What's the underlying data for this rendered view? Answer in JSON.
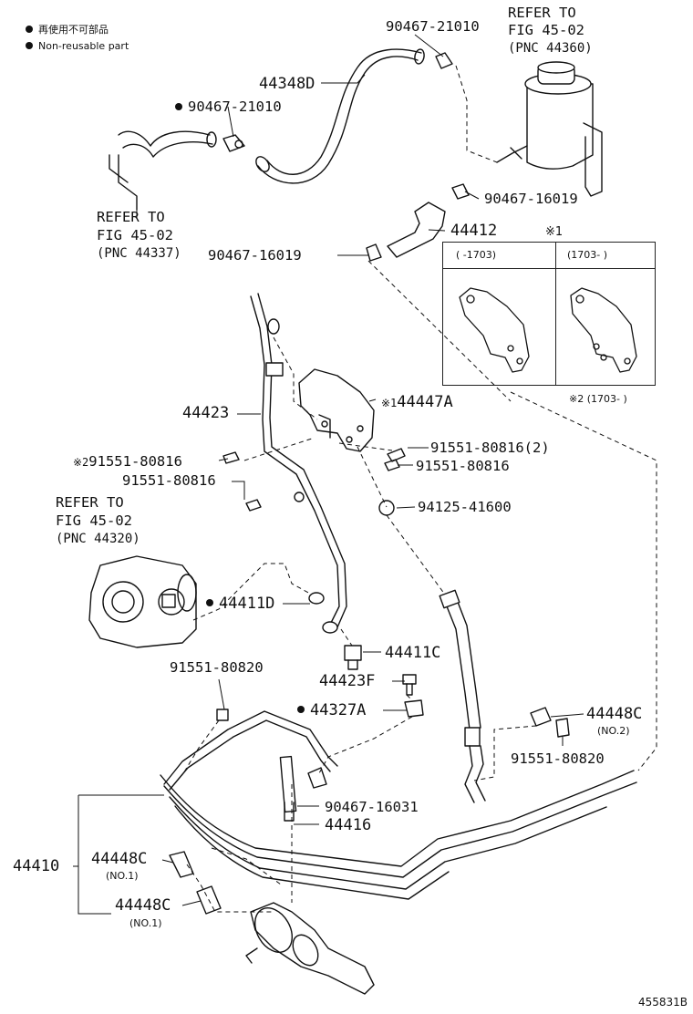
{
  "legend": [
    {
      "text": "再使用不可部品"
    },
    {
      "text": "Non-reusable part"
    }
  ],
  "references": {
    "reservoir": {
      "line1": "REFER TO",
      "line2": "FIG 45-02",
      "line3": "(PNC 44360)"
    },
    "hose": {
      "line1": "REFER TO",
      "line2": "FIG 45-02",
      "line3": "(PNC 44337)"
    },
    "pump": {
      "line1": "REFER TO",
      "line2": "FIG 45-02",
      "line3": "(PNC 44320)"
    }
  },
  "parts": {
    "p90467_21010_top": "90467-21010",
    "p44348D": "44348D",
    "p90467_21010_left": "90467-21010",
    "p90467_16019_right": "90467-16019",
    "p44412": "44412",
    "p90467_16019_left": "90467-16019",
    "p44423": "44423",
    "p44447A": "44447A",
    "p44447A_mark": "※1",
    "p91551_80816_2": "91551-80816(2)",
    "p91551_80816_star": "91551-80816",
    "p91551_80816_star_mark": "※2",
    "p91551_80816_a": "91551-80816",
    "p91551_80816_b": "91551-80816",
    "p94125_41600": "94125-41600",
    "p44411D": "44411D",
    "p44411C": "44411C",
    "p91551_80820_top": "91551-80820",
    "p44423F": "44423F",
    "p44327A": "44327A",
    "p44448C_right": "44448C",
    "p44448C_right_sub": "(NO.2)",
    "p91551_80820_right": "91551-80820",
    "p90467_16031": "90467-16031",
    "p44416": "44416",
    "p44410": "44410",
    "p44448C_a": "44448C",
    "p44448C_a_sub": "(NO.1)",
    "p44448C_b": "44448C",
    "p44448C_b_sub": "(NO.1)"
  },
  "variant_panel": {
    "mark": "※1",
    "left_caption": "(      -1703)",
    "right_caption": "(1703-      )",
    "note": "※2 (1703-      )"
  },
  "figure_number": "455831B",
  "line_color": "#111111"
}
